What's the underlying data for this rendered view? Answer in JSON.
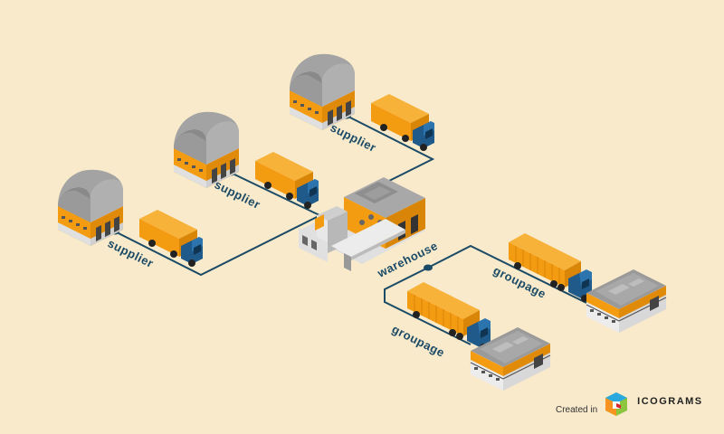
{
  "diagram": {
    "labels": {
      "supplier_1": "supplier",
      "supplier_2": "supplier",
      "supplier_3": "supplier",
      "warehouse": "warehouse",
      "groupage_1": "groupage",
      "groupage_2": "groupage"
    },
    "colors": {
      "background": "#f8eacb",
      "connector": "#1b4a66",
      "orange": "#f39c12",
      "gray": "#9e9e9e",
      "truck_cab": "#1f5a8a"
    }
  },
  "footer": {
    "created_in": "Created in",
    "brand": "ICOGRAMS"
  }
}
